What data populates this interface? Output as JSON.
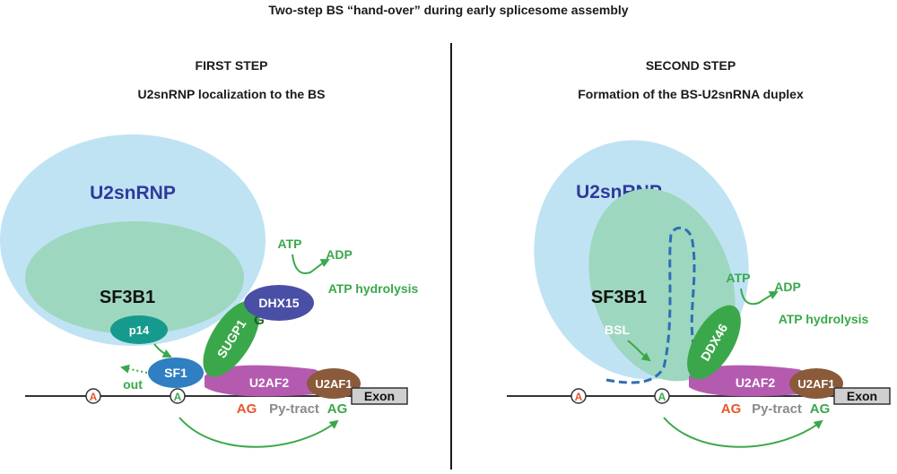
{
  "title": "Two-step BS “hand-over” during early splicesome assembly",
  "colors": {
    "u2snrnp": "#bfe3f3",
    "sf3b1": "#9ed7bf",
    "u2snrnp_text": "#2f3a9b",
    "dhx15": "#4a4fa6",
    "p14": "#169a8d",
    "sugp1": "#3aa84a",
    "sf1": "#2f7fc2",
    "u2af2": "#b45bb0",
    "u2af1": "#8a5a3a",
    "green_text": "#3aa84a",
    "orange": "#e8562a",
    "gray": "#8a8a8a",
    "bsl": "#2d6fb6"
  },
  "left": {
    "heading": "FIRST STEP",
    "subheading": "U2snRNP localization to the BS",
    "u2snrnp": "U2snRNP",
    "sf3b1": "SF3B1",
    "dhx15": "DHX15",
    "p14": "p14",
    "sugp1": "SUGP1",
    "g": "G",
    "sf1": "SF1",
    "u2af2": "U2AF2",
    "u2af1": "U2AF1",
    "exon": "Exon",
    "atp": "ATP",
    "adp": "ADP",
    "hydrolysis": "ATP hydrolysis",
    "out": "out",
    "a1": "A",
    "a2": "A",
    "ag_left": "AG",
    "py_tract": "Py-tract",
    "ag_right": "AG"
  },
  "right": {
    "heading": "SECOND STEP",
    "subheading": "Formation of the BS-U2snRNA duplex",
    "u2snrnp": "U2snRNP",
    "sf3b1": "SF3B1",
    "bsl": "BSL",
    "ddx46": "DDX46",
    "u2af2": "U2AF2",
    "u2af1": "U2AF1",
    "exon": "Exon",
    "atp": "ATP",
    "adp": "ADP",
    "hydrolysis": "ATP hydrolysis",
    "a1": "A",
    "a2": "A",
    "ag_left": "AG",
    "py_tract": "Py-tract",
    "ag_right": "AG"
  }
}
